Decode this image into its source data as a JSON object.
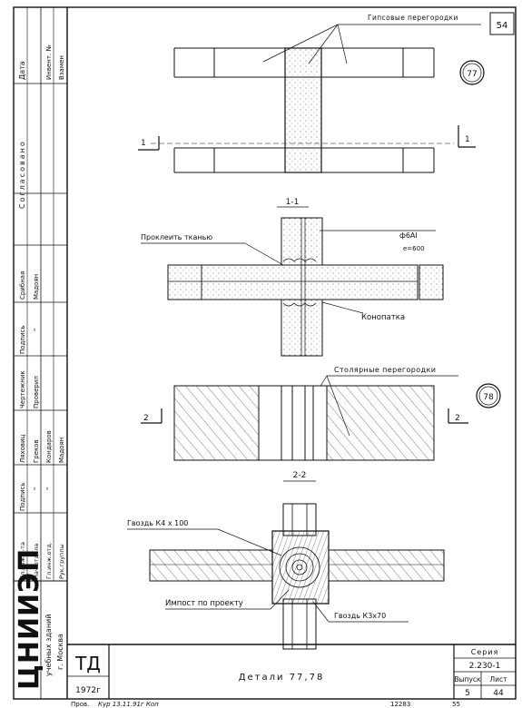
{
  "sheet_number": "54",
  "left_stamp": {
    "org_vertical": "ЦНИИЭП",
    "org_sub": "учебных зданий",
    "org_city": "г. Москва",
    "top_headers": [
      "Дата",
      "Инвент. №",
      "Взамен"
    ],
    "agreed": "Согласовано",
    "right_signatures": [
      "Срибная",
      "Мадоян"
    ],
    "header_row": [
      "Гл.инж.н-та",
      "Нач.отдела",
      "Гл.инж.отд.",
      "Рук.группы",
      "Подпись",
      "Ляховиц",
      "Чертежник",
      "Подпись"
    ],
    "names": [
      "Греков",
      "Кондаров",
      "Мадоян"
    ],
    "checked": "Проверил",
    "ditto": "\""
  },
  "details": {
    "top_label": "Гипсовые перегородки",
    "detail_a": "77",
    "section_a": "1-1",
    "section_a_mark": "1",
    "label_cloth": "Проклеить тканью",
    "label_rebar": "ф6АI",
    "label_rebar_step": "е=600",
    "label_caulk": "Конопатка",
    "mid_label": "Столярные перегородки",
    "detail_b": "78",
    "section_b": "2-2",
    "section_b_mark": "2",
    "label_nail1": "Гвоздь К4 х 100",
    "label_impost": "Импост по проекту",
    "label_nail2": "Гвоздь К3х70"
  },
  "title_block": {
    "td": "ТД",
    "year": "1972г",
    "title": "Детали 77,78",
    "series_label": "Серия",
    "series_value": "2.230-1",
    "issue_label": "Выпуск",
    "issue_value": "5",
    "sheet_label": "Лист",
    "sheet_value": "44"
  },
  "footer": {
    "left": "Пров.",
    "hand": "Кур 13.11.91г Коп",
    "right1": "12283",
    "right2": "55"
  }
}
